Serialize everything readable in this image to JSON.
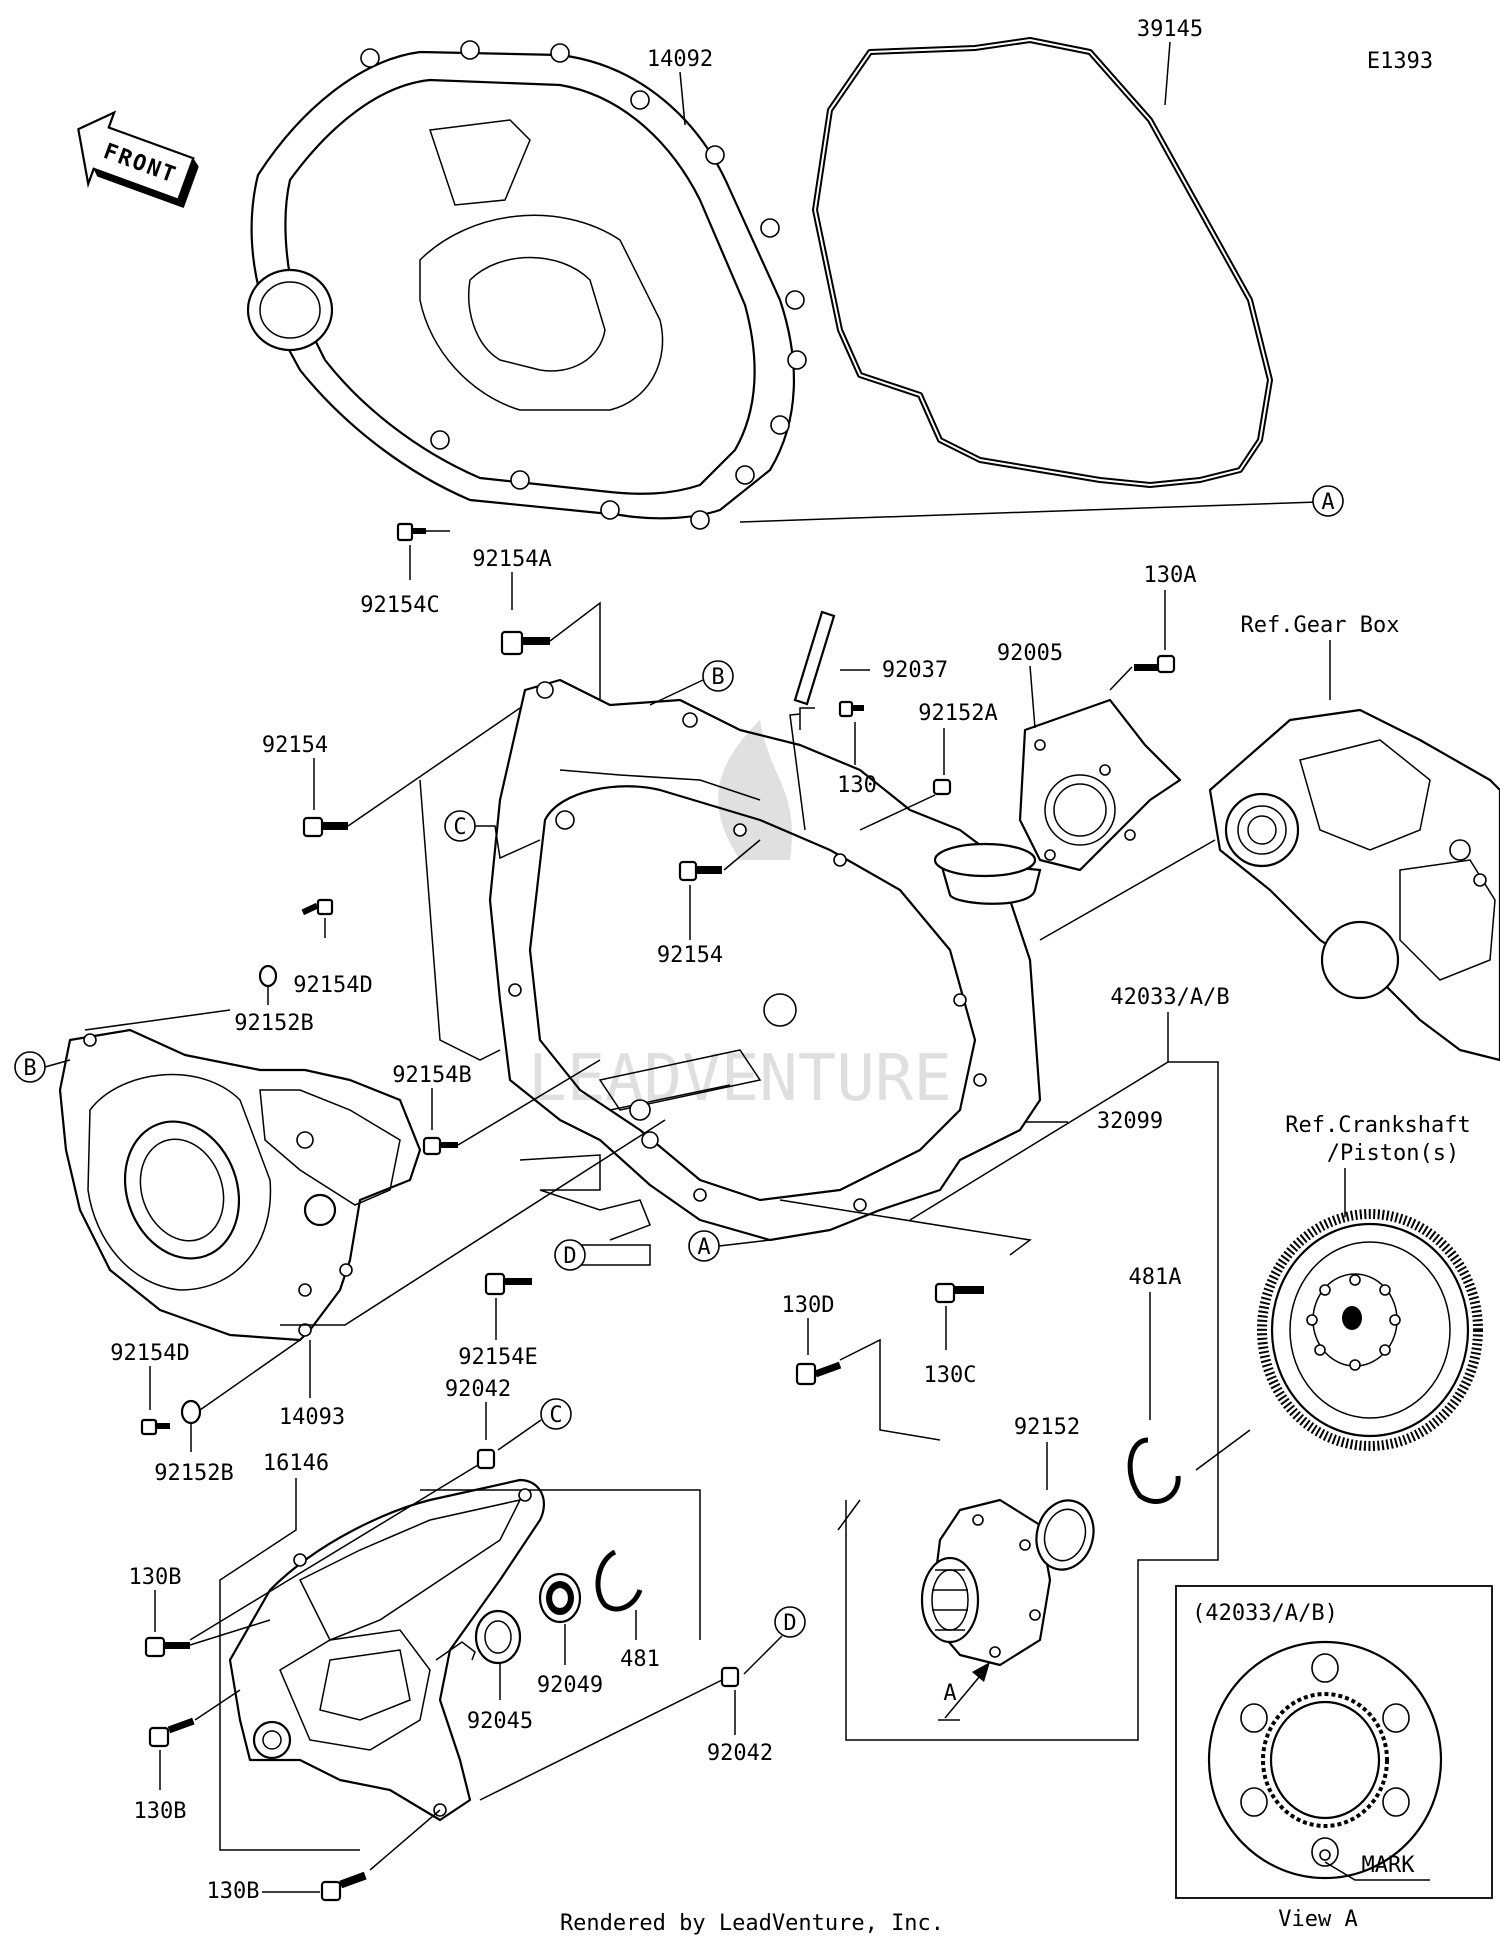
{
  "diagram_code": "E1393",
  "front_label": "FRONT",
  "footer": "Rendered by LeadVenture, Inc.",
  "watermark": "LEADVENTURE",
  "view_label": "View A",
  "view_inset_title": "(42033/A/B)",
  "mark_label": "MARK",
  "view_arrow_label": "A",
  "ref_labels": {
    "gear_box": "Ref.Gear Box",
    "crankshaft_line1": "Ref.Crankshaft",
    "crankshaft_line2": "/Piston(s)"
  },
  "callouts": {
    "A_top": "A",
    "A_lower": "A",
    "B_upper": "B",
    "B_left": "B",
    "C_upper": "C",
    "C_lower": "C",
    "D_upper": "D",
    "D_lower": "D"
  },
  "parts": {
    "p14092": "14092",
    "p39145": "39145",
    "p92154C": "92154C",
    "p92154A": "92154A",
    "p130A": "130A",
    "p92037": "92037",
    "p92005": "92005",
    "p92152A": "92152A",
    "p130": "130",
    "p92154_left": "92154",
    "p92154_center": "92154",
    "p92152B_upper": "92152B",
    "p92154D_upper": "92154D",
    "p92154B": "92154B",
    "p32099": "32099",
    "p92154E": "92154E",
    "p14093": "14093",
    "p92154D_lower": "92154D",
    "p92152B_lower": "92152B",
    "p92042_upper": "92042",
    "p16146": "16146",
    "p130B_1": "130B",
    "p130B_2": "130B",
    "p130B_3": "130B",
    "p92045": "92045",
    "p92049": "92049",
    "p481": "481",
    "p92042_lower": "92042",
    "p42033": "42033/A/B",
    "p481A": "481A",
    "p92152": "92152",
    "p130D": "130D",
    "p130C": "130C"
  }
}
